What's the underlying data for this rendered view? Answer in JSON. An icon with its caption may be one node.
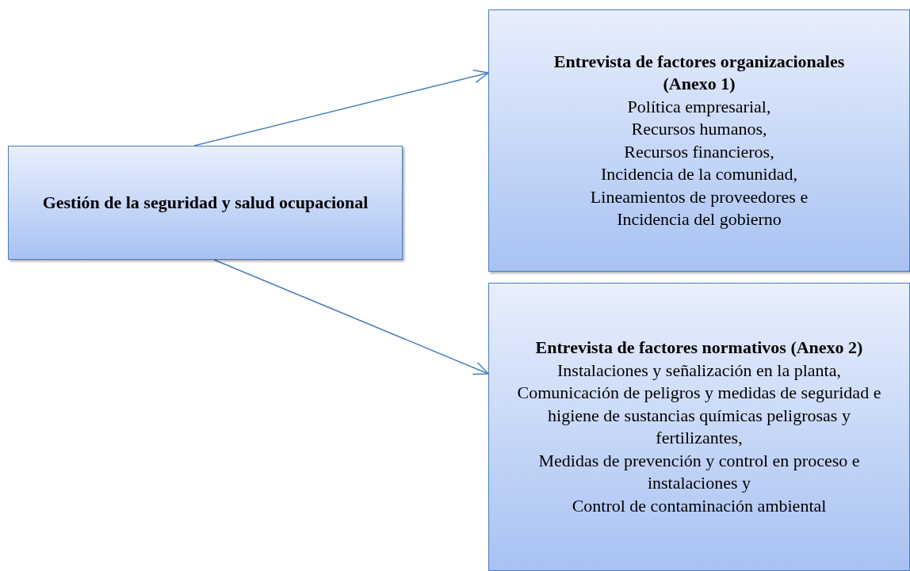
{
  "diagram": {
    "nodes": [
      {
        "text": [
          "Gestión de la seguridad y salud ocupacional"
        ]
      },
      {
        "text": [
          "Entrevista de factores organizacionales (Anexo 1)",
          "Política empresarial,",
          "Recursos humanos,",
          "Recursos financieros,",
          "Incidencia de la comunidad,",
          "Lineamientos de proveedores e",
          "Incidencia del gobierno"
        ]
      },
      {
        "text": [
          "Entrevista de factores normativos (Anexo 2)",
          "Instalaciones y señalización en la planta,",
          "Comunicación de peligros y medidas de seguridad e higiene de sustancias químicas peligrosas y fertilizantes,",
          "Medidas de prevención y control en proceso e instalaciones y",
          "Control de contaminación ambiental"
        ]
      }
    ],
    "edges": [
      {
        "from": 0,
        "to": 1,
        "arrow": "to"
      },
      {
        "from": 0,
        "to": 2,
        "arrow": "to"
      }
    ]
  }
}
